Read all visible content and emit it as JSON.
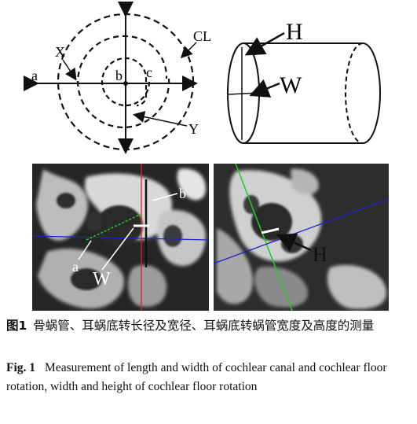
{
  "figure": {
    "panel_a": {
      "label_a": "a",
      "label_b": "b",
      "label_c": "c",
      "label_x": "X",
      "label_y": "Y",
      "label_cl": "CL"
    },
    "panel_b": {
      "label_h": "H",
      "label_w": "W"
    },
    "panel_c": {
      "label_a": "a",
      "label_b": "b",
      "label_w": "W"
    },
    "panel_d": {
      "label_h": "H"
    }
  },
  "caption": {
    "cn_number": "图1",
    "cn_text": "骨蜗管、耳蜗底转长径及宽径、耳蜗底转蜗管宽度及高度的测量",
    "en_number": "Fig. 1",
    "en_text": "Measurement of length and width of cochlear canal and cochlear floor rotation, width and height of cochlear floor rotation"
  },
  "colors": {
    "green_line": "#22cc22",
    "blue_line": "#2222cc",
    "red_line": "#dd2222"
  }
}
